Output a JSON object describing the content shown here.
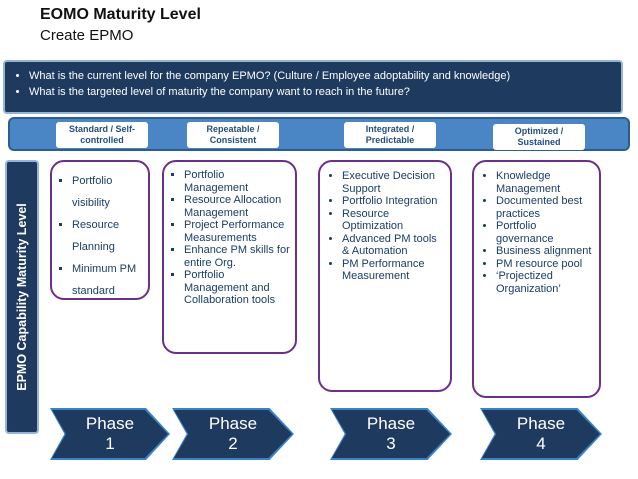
{
  "header": {
    "title": "EOMO Maturity Level",
    "subtitle": "Create EPMO"
  },
  "questions": [
    "What is the current level for the company EPMO? (Culture / Employee adoptability and knowledge)",
    "What is the targeted level of maturity the company want to reach in the future?"
  ],
  "levels": [
    {
      "line1": "Standard / Self-",
      "line2": "controlled"
    },
    {
      "line1": "Repeatable /",
      "line2": "Consistent"
    },
    {
      "line1": "Integrated /",
      "line2": "Predictable"
    },
    {
      "line1": "Optimized /",
      "line2": "Sustained"
    }
  ],
  "side_label": "EPMO Capability Maturity Level",
  "columns": [
    {
      "items": [
        "Portfolio visibility",
        "Resource Planning",
        "Minimum PM standard"
      ]
    },
    {
      "items": [
        "Portfolio Management",
        "Resource Allocation Management",
        "Project Performance Measurements",
        "Enhance PM skills for entire Org.",
        "Portfolio Management and Collaboration tools"
      ]
    },
    {
      "items": [
        "Executive Decision Support",
        "Portfolio Integration",
        "Resource Optimization",
        "Advanced PM tools & Automation",
        "PM Performance Measurement"
      ]
    },
    {
      "items": [
        "Knowledge Management",
        "Documented best practices",
        "Portfolio governance",
        "Business alignment",
        "PM resource pool",
        "‘Projectized Organization’"
      ]
    }
  ],
  "phases": [
    {
      "word": "Phase",
      "num": "1"
    },
    {
      "word": "Phase",
      "num": "2"
    },
    {
      "word": "Phase",
      "num": "3"
    },
    {
      "word": "Phase",
      "num": "4"
    }
  ],
  "colors": {
    "navy": "#1f3a5f",
    "bar_blue": "#4a86c5",
    "column_border": "#6c2f8a",
    "text_blue": "#1a3d66"
  }
}
